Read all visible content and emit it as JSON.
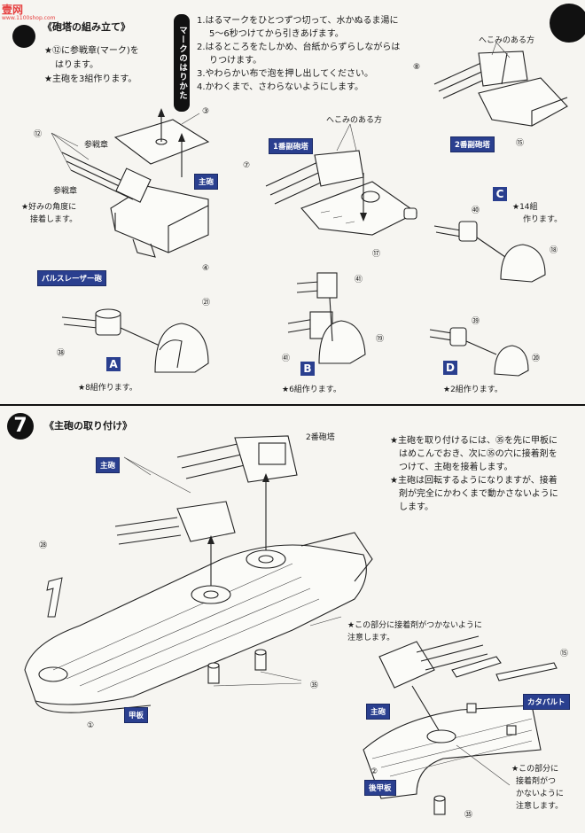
{
  "watermark": {
    "text": "壹网",
    "sub": "www.1100shop.com"
  },
  "step6": {
    "heading": "《砲塔の組み立て》",
    "note1": "★⑫に参戦章(マーク)を",
    "note1b": "はります。",
    "note2": "★主砲を3組作ります。",
    "decal_title": "マークのはりかた",
    "decal_steps": [
      "1.はるマークをひとつずつ切って、水かぬるま湯に",
      "5〜6秒つけてから引きあげます。",
      "2.はるところをたしかめ、台紙からずらしながらは",
      "りつけます。",
      "3.やわらかい布で泡を押し出してください。",
      "4.かわくまで、さわらないようにします。"
    ],
    "label_sansensho_top": "参戦章",
    "label_sansensho_bottom": "参戦章",
    "label_angle": "★好みの角度に",
    "label_angle2": "接着します。",
    "label_main_gun": "主砲",
    "label_pulse_laser": "パルスレーザー砲",
    "label_hekomi1": "へこみのある方",
    "label_hekomi2": "へこみのある方",
    "label_turret1": "1番副砲塔",
    "label_turret2": "2番副砲塔",
    "sub_a": {
      "letter": "A",
      "note": "★8組作ります。"
    },
    "sub_b": {
      "letter": "B",
      "note": "★6組作ります。"
    },
    "sub_c": {
      "letter": "C",
      "note": "★14組",
      "note2": "作ります。"
    },
    "sub_d": {
      "letter": "D",
      "note": "★2組作ります。"
    },
    "part_numbers": {
      "p3": "③",
      "p4": "④",
      "p7": "⑦",
      "p8": "⑧",
      "p12": "⑫",
      "p15": "⑮",
      "p17": "⑰",
      "p18": "⑱",
      "p19": "⑲",
      "p20": "⑳",
      "p21": "㉑",
      "p38": "㊳",
      "p39": "㊴",
      "p40": "㊵",
      "p41a": "㊶",
      "p41b": "㊶"
    }
  },
  "step7": {
    "number": "7",
    "heading": "《主砲の取り付け》",
    "notes": [
      "★主砲を取り付けるには、㉟を先に甲板に",
      "はめこんでおき、次に㉟の穴に接着剤を",
      "つけて、主砲を接着します。",
      "★主砲は回転するようになりますが、接着",
      "剤が完全にかわくまで動かさないように",
      "します。"
    ],
    "label_turret2": "2番砲塔",
    "label_main_gun1": "主砲",
    "label_main_gun2": "主砲",
    "label_deck": "甲板",
    "label_rear_deck": "後甲板",
    "label_catapult": "カタパルト",
    "caution1": "★この部分に接着剤がつかないように",
    "caution1b": "注意します。",
    "caution2": "★この部分に",
    "caution2b": "接着剤がつ",
    "caution2c": "かないように",
    "caution2d": "注意します。",
    "part_numbers": {
      "p1": "①",
      "p2": "②",
      "p15": "⑮",
      "p28": "㉘",
      "p35a": "㉟",
      "p35b": "㉟"
    }
  }
}
